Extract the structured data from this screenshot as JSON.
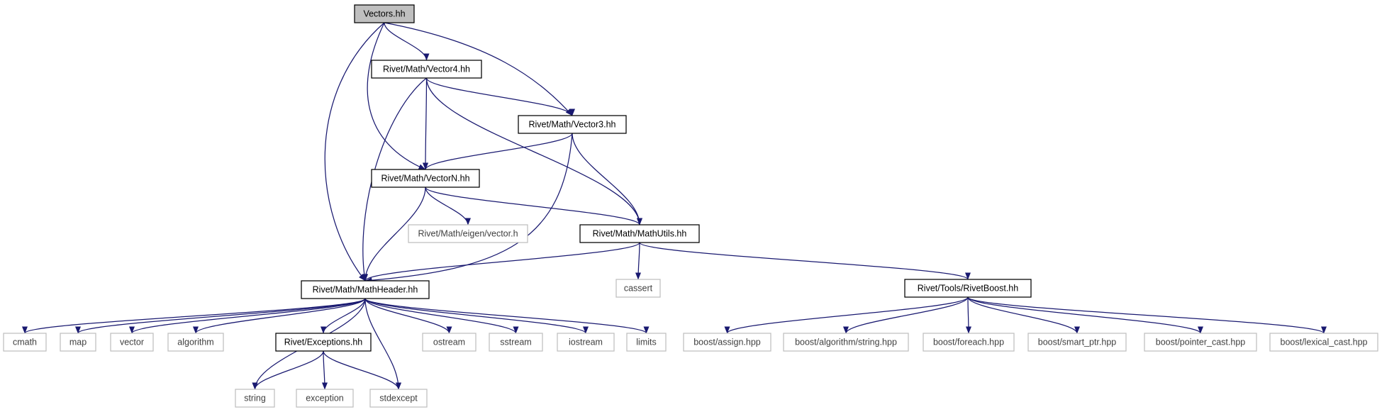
{
  "colors": {
    "edge": "#191970",
    "root_fill": "#bfbfbf",
    "local_border": "#000000",
    "external_border": "#bfbfbf",
    "external_text": "#404040",
    "text": "#000000"
  },
  "nodes": {
    "vectors": {
      "label": "Vectors.hh",
      "kind": "root"
    },
    "vector4": {
      "label": "Rivet/Math/Vector4.hh",
      "kind": "local"
    },
    "vector3": {
      "label": "Rivet/Math/Vector3.hh",
      "kind": "local"
    },
    "vectorn": {
      "label": "Rivet/Math/VectorN.hh",
      "kind": "local"
    },
    "eigen_vector": {
      "label": "Rivet/Math/eigen/vector.h",
      "kind": "external"
    },
    "mathutils": {
      "label": "Rivet/Math/MathUtils.hh",
      "kind": "local"
    },
    "mathheader": {
      "label": "Rivet/Math/MathHeader.hh",
      "kind": "local"
    },
    "cassert": {
      "label": "cassert",
      "kind": "external"
    },
    "rivetboost": {
      "label": "Rivet/Tools/RivetBoost.hh",
      "kind": "local"
    },
    "cmath": {
      "label": "cmath",
      "kind": "external"
    },
    "map": {
      "label": "map",
      "kind": "external"
    },
    "vector": {
      "label": "vector",
      "kind": "external"
    },
    "algorithm": {
      "label": "algorithm",
      "kind": "external"
    },
    "exceptions": {
      "label": "Rivet/Exceptions.hh",
      "kind": "local"
    },
    "ostream": {
      "label": "ostream",
      "kind": "external"
    },
    "sstream": {
      "label": "sstream",
      "kind": "external"
    },
    "iostream": {
      "label": "iostream",
      "kind": "external"
    },
    "limits": {
      "label": "limits",
      "kind": "external"
    },
    "string": {
      "label": "string",
      "kind": "external"
    },
    "exception": {
      "label": "exception",
      "kind": "external"
    },
    "stdexcept": {
      "label": "stdexcept",
      "kind": "external"
    },
    "boost_assign": {
      "label": "boost/assign.hpp",
      "kind": "external"
    },
    "boost_algo_string": {
      "label": "boost/algorithm/string.hpp",
      "kind": "external"
    },
    "boost_foreach": {
      "label": "boost/foreach.hpp",
      "kind": "external"
    },
    "boost_smart_ptr": {
      "label": "boost/smart_ptr.hpp",
      "kind": "external"
    },
    "boost_pointer_cast": {
      "label": "boost/pointer_cast.hpp",
      "kind": "external"
    },
    "boost_lexical_cast": {
      "label": "boost/lexical_cast.hpp",
      "kind": "external"
    }
  },
  "edges": [
    {
      "from": "vectors",
      "to": "vector4"
    },
    {
      "from": "vectors",
      "to": "vector3"
    },
    {
      "from": "vectors",
      "to": "vectorn"
    },
    {
      "from": "vectors",
      "to": "mathheader"
    },
    {
      "from": "vector4",
      "to": "vector3"
    },
    {
      "from": "vector4",
      "to": "vectorn"
    },
    {
      "from": "vector4",
      "to": "mathutils"
    },
    {
      "from": "vector4",
      "to": "mathheader"
    },
    {
      "from": "vector3",
      "to": "vectorn"
    },
    {
      "from": "vector3",
      "to": "mathutils"
    },
    {
      "from": "vector3",
      "to": "mathheader"
    },
    {
      "from": "vectorn",
      "to": "eigen_vector"
    },
    {
      "from": "vectorn",
      "to": "mathutils"
    },
    {
      "from": "vectorn",
      "to": "mathheader"
    },
    {
      "from": "mathutils",
      "to": "mathheader"
    },
    {
      "from": "mathutils",
      "to": "cassert"
    },
    {
      "from": "mathutils",
      "to": "rivetboost"
    },
    {
      "from": "mathheader",
      "to": "cmath"
    },
    {
      "from": "mathheader",
      "to": "map"
    },
    {
      "from": "mathheader",
      "to": "vector"
    },
    {
      "from": "mathheader",
      "to": "algorithm"
    },
    {
      "from": "mathheader",
      "to": "exceptions"
    },
    {
      "from": "mathheader",
      "to": "string"
    },
    {
      "from": "mathheader",
      "to": "stdexcept"
    },
    {
      "from": "mathheader",
      "to": "ostream"
    },
    {
      "from": "mathheader",
      "to": "sstream"
    },
    {
      "from": "mathheader",
      "to": "iostream"
    },
    {
      "from": "mathheader",
      "to": "limits"
    },
    {
      "from": "exceptions",
      "to": "string"
    },
    {
      "from": "exceptions",
      "to": "exception"
    },
    {
      "from": "exceptions",
      "to": "stdexcept"
    },
    {
      "from": "rivetboost",
      "to": "boost_assign"
    },
    {
      "from": "rivetboost",
      "to": "boost_algo_string"
    },
    {
      "from": "rivetboost",
      "to": "boost_foreach"
    },
    {
      "from": "rivetboost",
      "to": "boost_smart_ptr"
    },
    {
      "from": "rivetboost",
      "to": "boost_pointer_cast"
    },
    {
      "from": "rivetboost",
      "to": "boost_lexical_cast"
    }
  ]
}
